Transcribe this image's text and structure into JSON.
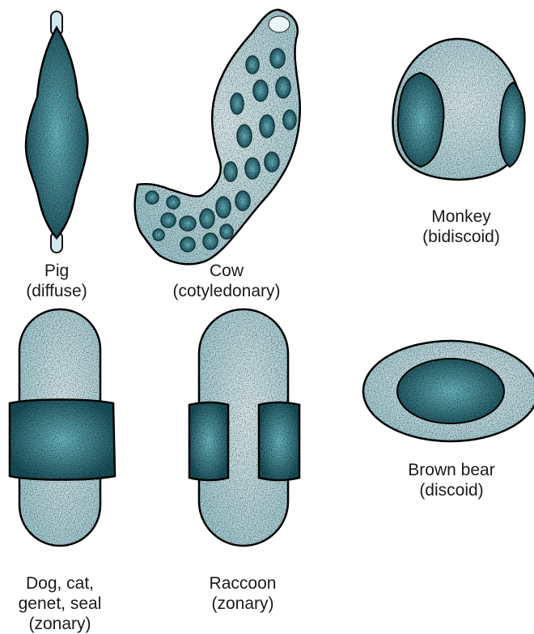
{
  "colors": {
    "tissue_light": "#d8eef2",
    "tissue_mid": "#b5dde4",
    "villous_dark": "#2e6f7c",
    "villous_teal": "#5fb1bd",
    "outline": "#111111"
  },
  "placentas": [
    {
      "id": "pig",
      "name": "Pig",
      "type": "(diffuse)"
    },
    {
      "id": "cow",
      "name": "Cow",
      "type": "(cotyledonary)"
    },
    {
      "id": "monkey",
      "name": "Monkey",
      "type": "(bidiscoid)"
    },
    {
      "id": "dog",
      "name_lines": [
        "Dog, cat,",
        "genet, seal"
      ],
      "type": "(zonary)"
    },
    {
      "id": "raccoon",
      "name": "Raccoon",
      "type": "(zonary)"
    },
    {
      "id": "bear",
      "name": "Brown bear",
      "type": "(discoid)"
    }
  ]
}
